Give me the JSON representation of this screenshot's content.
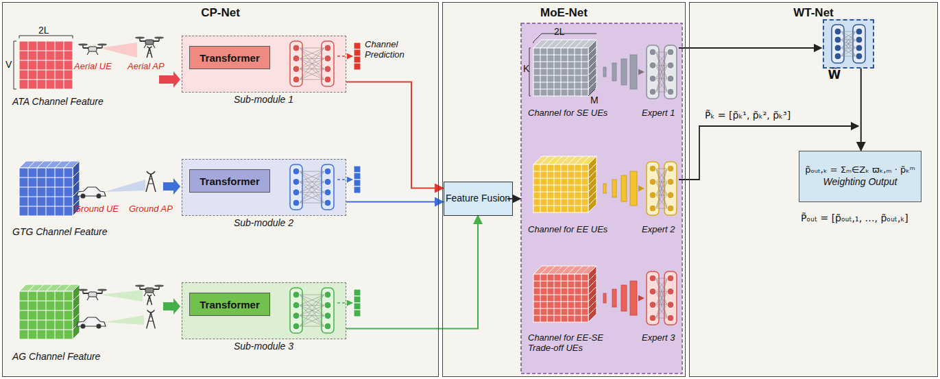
{
  "diagram": {
    "nodes": [
      {
        "text": [
          "CP-Net"
        ]
      },
      {
        "text": [
          "Sub-module 1"
        ],
        "in": 0
      },
      {
        "text": [
          "Transformer"
        ],
        "in": 1
      },
      {
        "text": [
          "Sub-module 2"
        ],
        "in": 0
      },
      {
        "text": [
          "Transformer"
        ],
        "in": 3
      },
      {
        "text": [
          "Sub-module 3"
        ],
        "in": 0
      },
      {
        "text": [
          "Transformer"
        ],
        "in": 5
      },
      {
        "text": [
          "MoE-Net"
        ]
      },
      {
        "text": [
          "Feature Fusion"
        ],
        "in": 7
      },
      {
        "text": [
          "WT-Net"
        ]
      },
      {
        "text": [
          "Ŵ"
        ],
        "in": 9
      },
      {
        "text": [
          "p̃ₒᵤₜ,ₖ = Σₘ∈Zₖ ϖₖ,ₘ · p̃ₖᵐ",
          "Weighting Output"
        ],
        "in": 9
      }
    ],
    "edges": [
      {
        "from": 1,
        "to": 8,
        "arrow": "to"
      },
      {
        "from": 3,
        "to": 8,
        "arrow": "to"
      },
      {
        "from": 5,
        "to": 8,
        "arrow": "to"
      },
      {
        "from": 10,
        "to": 11,
        "arrow": "to"
      }
    ],
    "labels": [
      "2L",
      "V",
      "Aerial UE",
      "Aerial AP",
      "ATA Channel Feature",
      "Ground UE",
      "Ground AP",
      "GTG Channel Feature",
      "AG Channel Feature",
      "Channel Prediction",
      "2L",
      "K",
      "M",
      "Channel for SE UEs",
      "Expert 1",
      "Channel for EE UEs",
      "Expert 2",
      "Channel for EE-SE Trade-off UEs",
      "Expert 3",
      "P̃ₖ = [p̃ₖ¹, p̃ₖ², p̃ₖ³]",
      "P̃ₒᵤₜ = [p̃ₒᵤₜ,₁, …, p̃ₒᵤₜ,ₖ]"
    ]
  }
}
